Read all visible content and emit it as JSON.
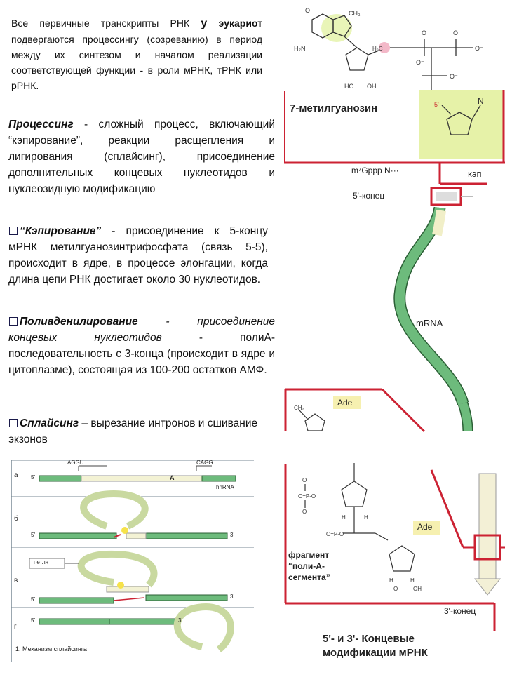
{
  "intro": {
    "line1_prefix": "Все первичные транскрипты РНК ",
    "line1_bold": "у",
    "line2_bold": "эукариот",
    "line2_rest": " подвергаются процессингу (созреванию) в период между их синтезом и началом реализации соответствующей функции - в роли мРНК, тРНК или рРНК."
  },
  "processing": {
    "term": "Процессинг",
    "text": " - сложный процесс, включающий “кэпирование”, реакции расщепления и лигирования (сплайсинг), присоединение дополнительных концевых нуклеотидов и нуклеозидную модификацию"
  },
  "capping": {
    "term": "“Кэпирование”",
    "text": " - присоединение к 5-концу мРНК метилгуанозинтрифосфата (связь 5-5), происходит в ядре, в процессе элонгации, когда длина цепи РНК достигает около 30 нуклеотидов."
  },
  "polyadenylation": {
    "term": "Полиаденилирование",
    "text_italic": " - присоединение концевых нуклеотидов",
    "text": " - полиА-последовательность с 3-конца (происходит в ядре и цитоплазме), состоящая из 100-200 остатков АМФ."
  },
  "splicing": {
    "term": "Сплайсинг",
    "text": " – вырезание интронов и сшивание экзонов"
  },
  "right_figure": {
    "methylguanosine_label": "7-метилгуанозин",
    "cap_formula": "m⁷Gppp N···",
    "cap_label": "кэп",
    "five_end": "5'-конец",
    "mrna_label": "mRNA",
    "ade_top": "Ade",
    "ade_bottom": "Ade",
    "fragment_label_1": "фрагмент",
    "fragment_label_2": "“поли-А-",
    "fragment_label_3": "сегмента”",
    "three_end": "3'-конец",
    "caption_1": "5'- и 3'- Концевые",
    "caption_2": "модификации мРНК",
    "five_prime_mark": "5'",
    "n_mark": "N",
    "h2c_mark": "H₂C",
    "ch2_mark": "CH₂",
    "accent_green": "#66b87a",
    "accent_red": "#cc2233"
  },
  "splice_figure": {
    "rows": [
      "а",
      "б",
      "в",
      "г"
    ],
    "aggu": "AGGU",
    "cagg": "CAGG",
    "hnrna": "hnRNA",
    "loop_label": "петля",
    "a_mark": "A",
    "five": "5'",
    "three": "3'",
    "caption": "1. Механизм сплайсинга"
  }
}
